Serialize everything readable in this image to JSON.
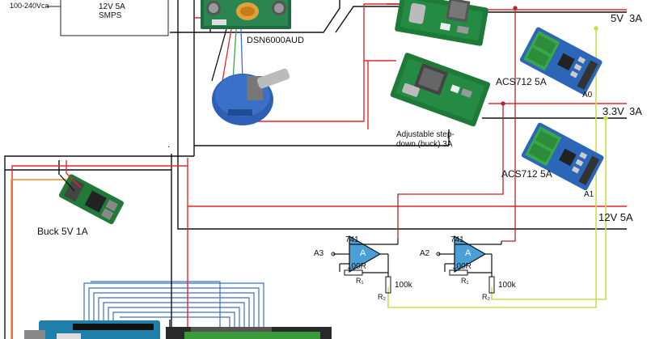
{
  "colors": {
    "red_wire": "#e8262b",
    "black_wire": "#111111",
    "yellow_green_wire": "#c8e04a",
    "orange_wire": "#f08a24",
    "blue_wire": "#3f6fc0",
    "opamp_fill": "#4a9fd8",
    "board_green": "#1f7a3a",
    "sensor_blue": "#2b66b8",
    "terminal_green": "#3aa64a",
    "pot_blue": "#2d5fb5"
  },
  "labels": {
    "mains_input": "100-240Vca",
    "smps_line1": "12V 5A",
    "smps_line2": "SMPS",
    "dsn_module": "DSN6000AUD",
    "out_5v": "5V",
    "out_5v_current": "3A",
    "out_3v3": "3.3V",
    "out_3v3_current": "3A",
    "out_12v": "12V 5A",
    "sensor_a": "ACS712 5A",
    "sensor_b": "ACS712 5A",
    "analog_a0": "A0",
    "analog_a1": "A1",
    "adjustable_line1": "Adjustable step-",
    "adjustable_line2": "down (buck) 3A",
    "buck_label": "Buck 5V 1A",
    "opamp1_part": "741",
    "opamp1_name": "A",
    "opamp1_input": "A3",
    "opamp1_r1": "100R",
    "opamp1_r1_sym": "R₁",
    "opamp1_r2": "100k",
    "opamp1_r2_sym": "R₂",
    "opamp2_part": "741",
    "opamp2_name": "A",
    "opamp2_input": "A2",
    "opamp2_r1": "100R",
    "opamp2_r1_sym": "R₁",
    "opamp2_r2": "100k",
    "opamp2_r2_sym": "R₂",
    "dot": "."
  }
}
